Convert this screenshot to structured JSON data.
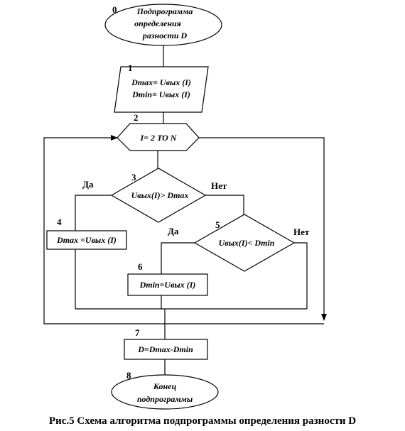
{
  "nodes": [
    {
      "id": "0",
      "num": "0",
      "lines": [
        "Подпрограмма",
        "определения",
        "разности D"
      ]
    },
    {
      "id": "1",
      "num": "1",
      "lines": [
        "Dmax= Uвых (I)",
        "Dmin= Uвых (I)"
      ]
    },
    {
      "id": "2",
      "num": "2",
      "lines": [
        "I= 2 TO N"
      ]
    },
    {
      "id": "3",
      "num": "3",
      "lines": [
        "Uвых(I)> Dmax"
      ]
    },
    {
      "id": "4",
      "num": "4",
      "lines": [
        "Dmax =Uвых (I)"
      ]
    },
    {
      "id": "5",
      "num": "5",
      "lines": [
        "Uвых(I)< Dmin"
      ]
    },
    {
      "id": "6",
      "num": "6",
      "lines": [
        "Dmin=Uвых (I)"
      ]
    },
    {
      "id": "7",
      "num": "7",
      "lines": [
        "D=Dmax-Dmin"
      ]
    },
    {
      "id": "8",
      "num": "8",
      "lines": [
        "Конец",
        "подпрограммы"
      ]
    }
  ],
  "branch_labels": {
    "d3_yes": "Да",
    "d3_no": "Нет",
    "d5_yes": "Да",
    "d5_no": "Нет"
  },
  "caption": "Рис.5 Схема алгоритма подпрограммы определения разности D"
}
